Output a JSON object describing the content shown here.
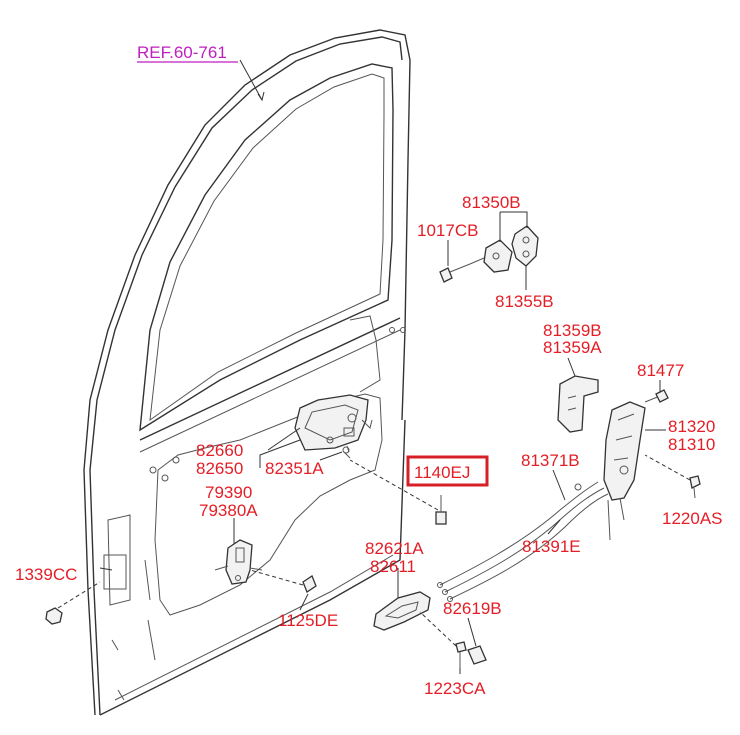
{
  "reference": {
    "text": "REF.60-761",
    "color": "#c01fbf"
  },
  "highlight_color": "#d61f26",
  "label_color": "#e41e26",
  "parts": {
    "p81350B": "81350B",
    "p1017CB": "1017CB",
    "p81355B": "81355B",
    "p81359B": "81359B",
    "p81359A": "81359A",
    "p81477": "81477",
    "p81320": "81320",
    "p81310": "81310",
    "p82660": "82660",
    "p82650": "82650",
    "p82351A": "82351A",
    "p1140EJ": "1140EJ",
    "p81371B": "81371B",
    "p1220AS": "1220AS",
    "p79390": "79390",
    "p79380A": "79380A",
    "p81391E": "81391E",
    "p82621A": "82621A",
    "p82611": "82611",
    "p1339CC": "1339CC",
    "p82619B": "82619B",
    "p1125DE": "1125DE",
    "p1223CA": "1223CA"
  }
}
